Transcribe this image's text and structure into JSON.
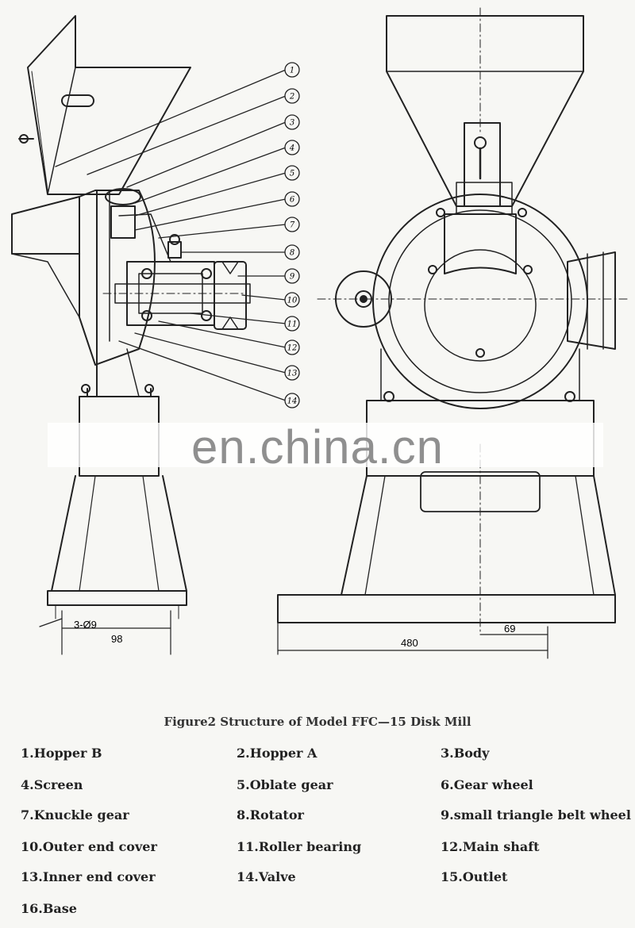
{
  "diagram": {
    "callouts": [
      "1",
      "2",
      "3",
      "4",
      "5",
      "6",
      "7",
      "8",
      "9",
      "10",
      "11",
      "12",
      "13",
      "14"
    ],
    "dimensions": {
      "holes": "3-Ø9",
      "side_width": "98",
      "front_width": "480",
      "front_offset": "69"
    }
  },
  "watermark": "en.china.cn",
  "caption": "Figure2  Structure  of  Model FFC—15 Disk Mill",
  "legend": [
    "1.Hopper B",
    "2.Hopper A",
    "3.Body",
    "4.Screen",
    "5.Oblate gear",
    "6.Gear wheel",
    "7.Knuckle gear",
    "8.Rotator",
    "9.small triangle belt wheel",
    "10.Outer end cover",
    "11.Roller bearing",
    "12.Main shaft",
    "13.Inner end cover",
    "14.Valve",
    "15.Outlet",
    "16.Base"
  ]
}
